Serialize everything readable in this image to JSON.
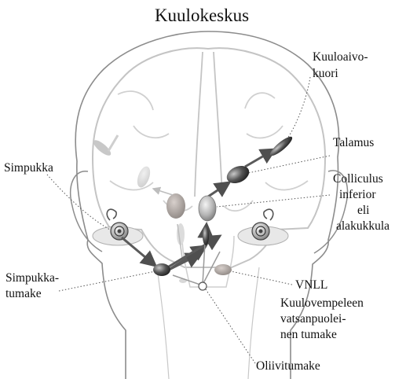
{
  "title": "Kuulokeskus",
  "labels": {
    "kuuloaivokuori": [
      "Kuuloaivo-",
      "kuori"
    ],
    "talamus": [
      "Talamus"
    ],
    "simpukka": [
      "Simpukka"
    ],
    "colliculus": [
      "Colliculus",
      "inferior",
      "eli",
      "alakukkula"
    ],
    "simpukkatumake": [
      "Simpukka-",
      "tumake"
    ],
    "vnll": [
      "VNLL"
    ],
    "kuulovempeleen": [
      "Kuulovempeleen",
      "vatsanpuolei-",
      "nen tumake"
    ],
    "oliivitumake": [
      "Oliivitumake"
    ]
  },
  "colors": {
    "outline": "#8c8c8c",
    "faint": "#c4c4c4",
    "nucleus_dark": "#4a4a4a",
    "nucleus_light": "#d0d0d0",
    "nucleus_mid": "#9a9a9a",
    "pathway": "#606060",
    "leader": "#555555"
  }
}
